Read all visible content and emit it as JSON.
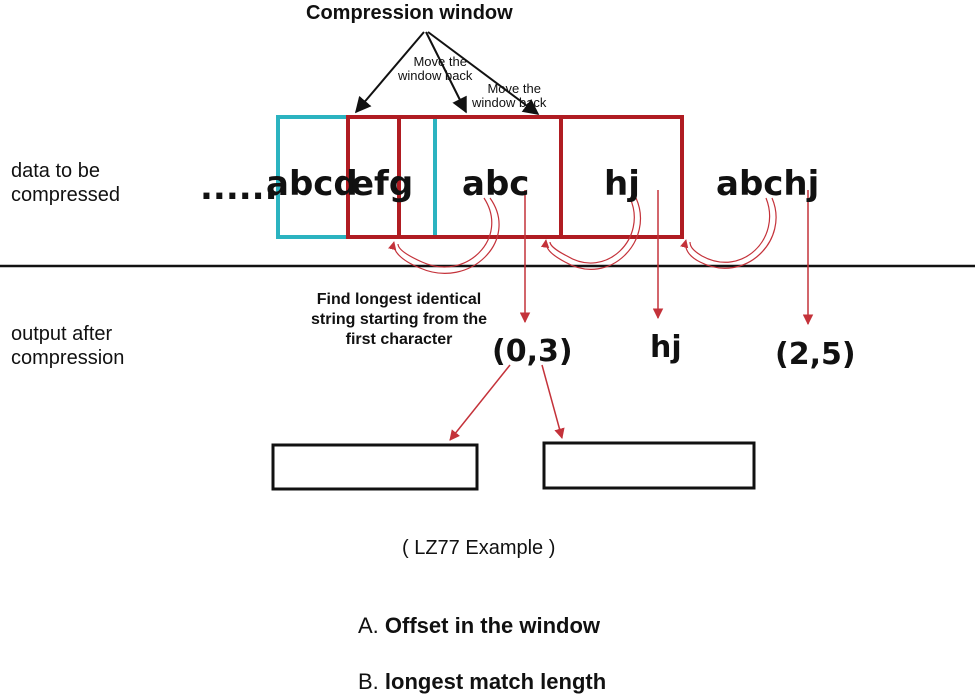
{
  "title": "Compression window",
  "annotations": {
    "move_back_1": [
      "Move the",
      "window back"
    ],
    "move_back_2": [
      "Move the",
      "window back"
    ],
    "find_note": [
      "Find longest identical",
      "string starting from the",
      "first character"
    ]
  },
  "labels": {
    "input_row": [
      "data to be",
      "compressed"
    ],
    "output_row": [
      "output after",
      "compression"
    ]
  },
  "sequence": {
    "ellipsis": "......",
    "seg1": "abcd",
    "seg2": "efg",
    "seg3": "abc",
    "seg4": "hj",
    "seg5": "abchj"
  },
  "outputs": {
    "out1": "(0,3)",
    "out2": "hj",
    "out3": "(2,5)"
  },
  "caption": "( LZ77 Example )",
  "legend": [
    {
      "letter": "A.",
      "text": "Offset in the window"
    },
    {
      "letter": "B.",
      "text": "longest match length"
    }
  ],
  "colors": {
    "window": "#b01c22",
    "previous_window": "#2bb3c0",
    "arrow": "#c4323a",
    "divider": "#111111"
  }
}
